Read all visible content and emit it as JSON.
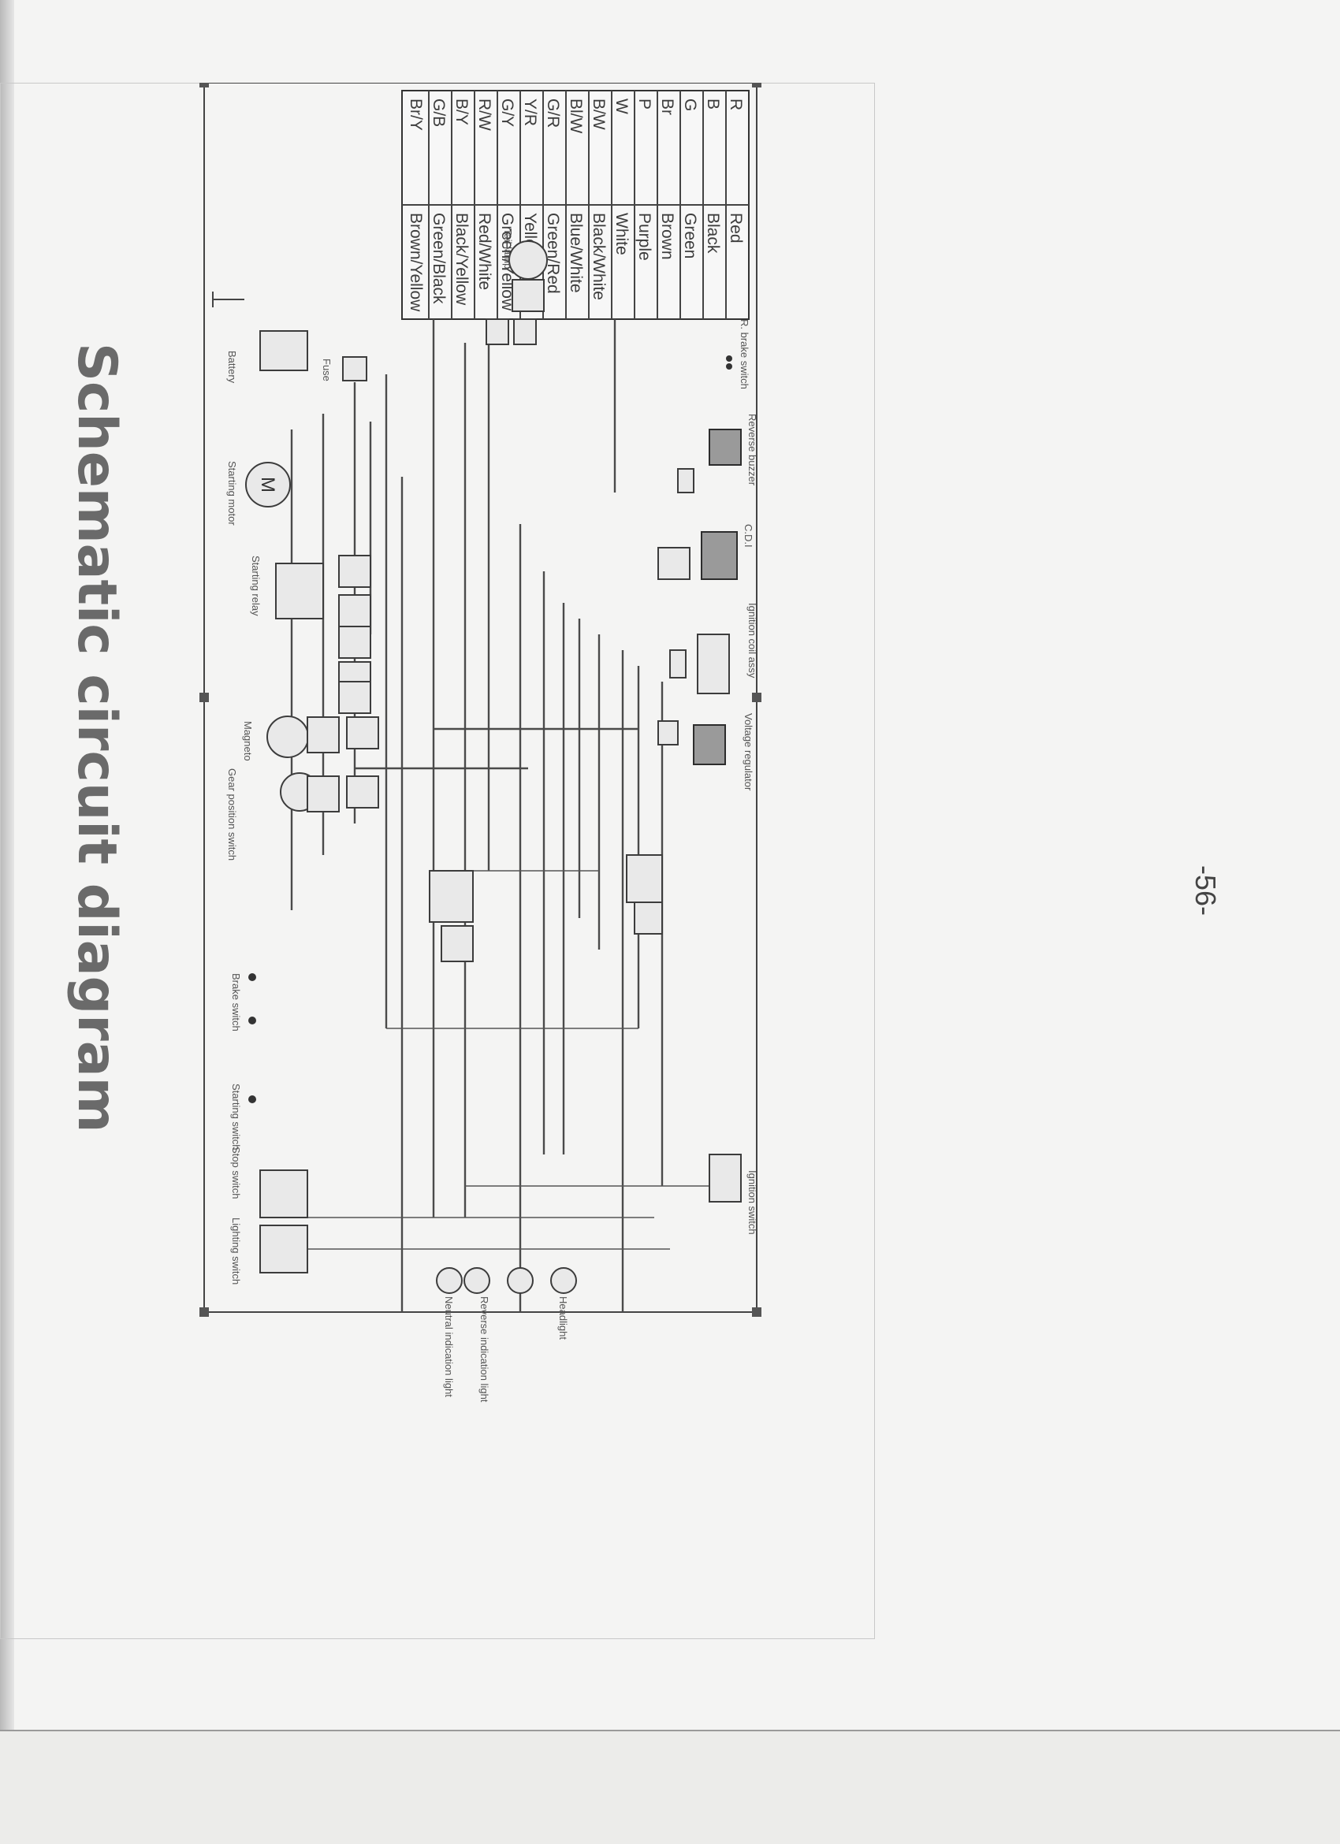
{
  "title": "Schematic circuit diagram",
  "page_number": "-56-",
  "color_codes": [
    {
      "code": "R",
      "color": "Red"
    },
    {
      "code": "B",
      "color": "Black"
    },
    {
      "code": "G",
      "color": "Green"
    },
    {
      "code": "Br",
      "color": "Brown"
    },
    {
      "code": "P",
      "color": "Purple"
    },
    {
      "code": "W",
      "color": "White"
    },
    {
      "code": "B/W",
      "color": "Black/White"
    },
    {
      "code": "Bl/W",
      "color": "Blue/White"
    },
    {
      "code": "G/R",
      "color": "Green/Red"
    },
    {
      "code": "Y/R",
      "color": "Yellow/Red"
    },
    {
      "code": "G/Y",
      "color": "Green/Yellow"
    },
    {
      "code": "R/W",
      "color": "Red/White"
    },
    {
      "code": "B/Y",
      "color": "Black/Yellow"
    },
    {
      "code": "G/B",
      "color": "Green/Black"
    },
    {
      "code": "Br/Y",
      "color": "Brown/Yellow"
    }
  ],
  "components": {
    "rear_brake_switch": "R. brake switch",
    "tail_lamp": "Tail lamp",
    "reverse_buzzer": "Reverse buzzer",
    "cdi": "C.D.I",
    "ignition_coil": "Ignition coil assy",
    "voltage_regulator": "Voltage regulator",
    "fuse": "Fuse",
    "battery": "Battery",
    "starting_motor": "Starting motor",
    "starting_relay": "Starting relay",
    "magneto": "Magneto",
    "gear_position_switch": "Gear position switch",
    "ignition_switch": "Ignition switch",
    "brake_switch": "Brake switch",
    "starting_switch": "Starting switch",
    "stop_switch": "Stop switch",
    "lighting_switch": "Lighting switch",
    "headlight": "Headlight",
    "reverse_indication_light": "Reverse indication light",
    "neutral_indication_light": "Neutral indication light"
  },
  "icons": {
    "motor": "motor-symbol",
    "ground": "ground-symbol"
  }
}
